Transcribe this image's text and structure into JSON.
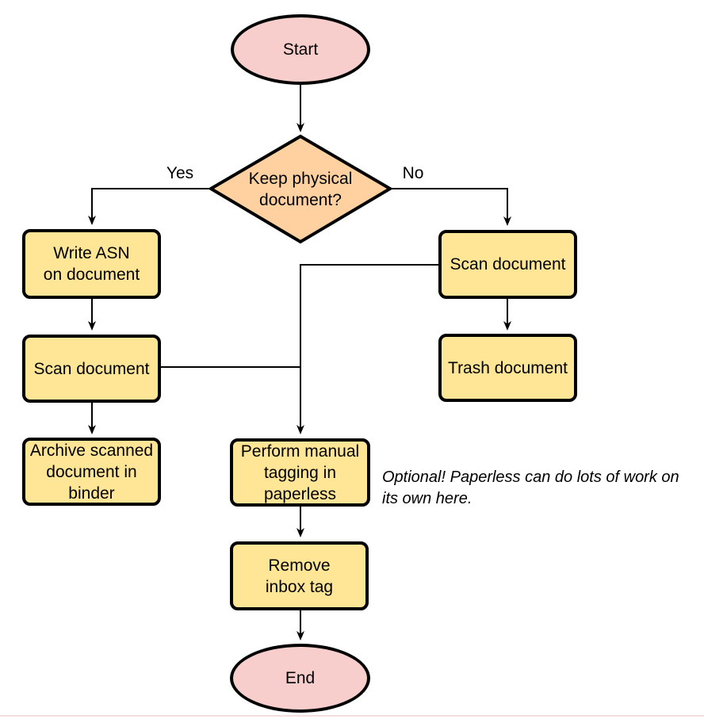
{
  "diagram": {
    "nodes": {
      "start": {
        "label": "Start",
        "type": "terminal"
      },
      "decision": {
        "label": "Keep physical\ndocument?",
        "type": "decision"
      },
      "write_asn": {
        "label": "Write ASN\non document",
        "type": "process"
      },
      "scan_left": {
        "label": "Scan document",
        "type": "process"
      },
      "archive": {
        "label": "Archive scanned\ndocument in\nbinder",
        "type": "process"
      },
      "scan_right": {
        "label": "Scan document",
        "type": "process"
      },
      "trash": {
        "label": "Trash document",
        "type": "process"
      },
      "tagging": {
        "label": "Perform manual\ntagging in\npaperless",
        "type": "process"
      },
      "remove_inbox": {
        "label": "Remove\ninbox tag",
        "type": "process"
      },
      "end": {
        "label": "End",
        "type": "terminal"
      }
    },
    "edge_labels": {
      "yes": "Yes",
      "no": "No"
    },
    "note": "Optional! Paperless can do lots of work on\nits own here."
  },
  "colors": {
    "terminal-fill": "#F8CECC",
    "decision-fill": "#FFD0A0",
    "process-fill": "#FFE596",
    "stroke": "#000000",
    "bottom-rule": "#F1DFDF"
  }
}
